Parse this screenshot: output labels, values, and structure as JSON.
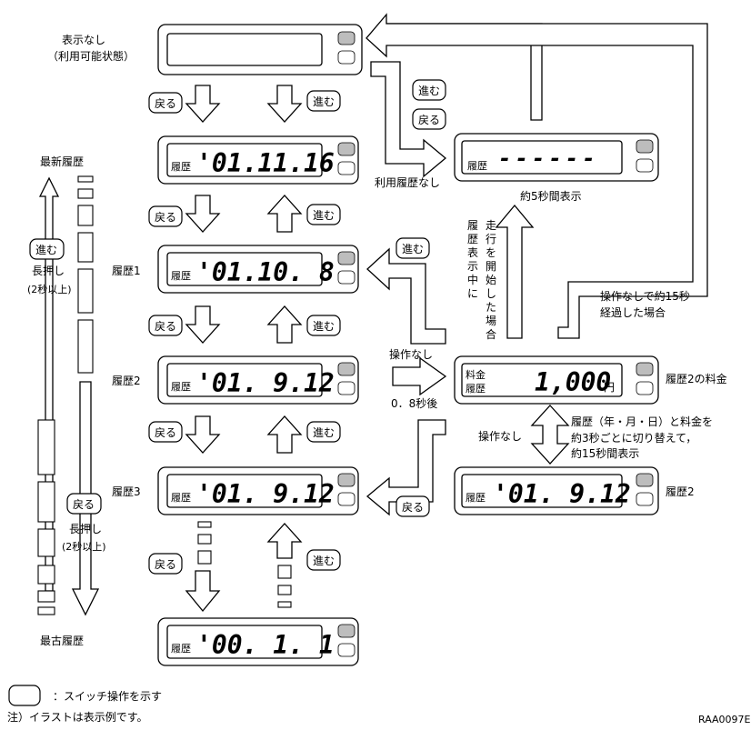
{
  "labels": {
    "no_display": "表示なし",
    "usable": "（利用可能状態）",
    "history1": "履歴1",
    "history2": "履歴2",
    "history3": "履歴3",
    "newest": "最新履歴",
    "oldest": "最古履歴",
    "long_press_1": "長押し",
    "long_press_1b": "(2秒以上)",
    "long_press_2": "長押し",
    "long_press_2b": "(2秒以上)",
    "no_usage": "利用履歴なし",
    "approx5": "約5秒間表示",
    "no_operation_15": "操作なしで約15秒",
    "elapsed_15": "経過した場合",
    "no_operation": "操作なし",
    "sec_08": "0．8秒後",
    "history2_fee": "履歴2の料金",
    "history2_b": "履歴2",
    "no_operation_2": "操作なし",
    "switch_note": "：スイッチ操作を示す",
    "footnote": "注）イラストは表示例です。",
    "code": "RAA0097E",
    "vert_col1": [
      "走",
      "行",
      "を",
      "開",
      "始",
      "し",
      "た",
      "場",
      "合"
    ],
    "vert_col2": [
      "履",
      "歴",
      "表",
      "示",
      "中",
      "に"
    ],
    "toggle_line1": "履歴（年・月・日）と料金を",
    "toggle_line2": "約3秒ごとに切り替えて，",
    "toggle_line3": "約15秒間表示"
  },
  "keys": {
    "back": "戻る",
    "forward": "進む"
  },
  "displays": {
    "prefix": "履歴",
    "d1": "'01.11.16",
    "d2": "'01.10. 8",
    "d3": "'01. 9.12",
    "d4": "'01. 9.12",
    "d5": "'00. 1. 1",
    "d6": "'01. 9.12",
    "dashes": "------",
    "fee_label_1": "料金",
    "fee_label_2": "履歴",
    "fee_value": "1,000",
    "fee_unit": "円"
  }
}
